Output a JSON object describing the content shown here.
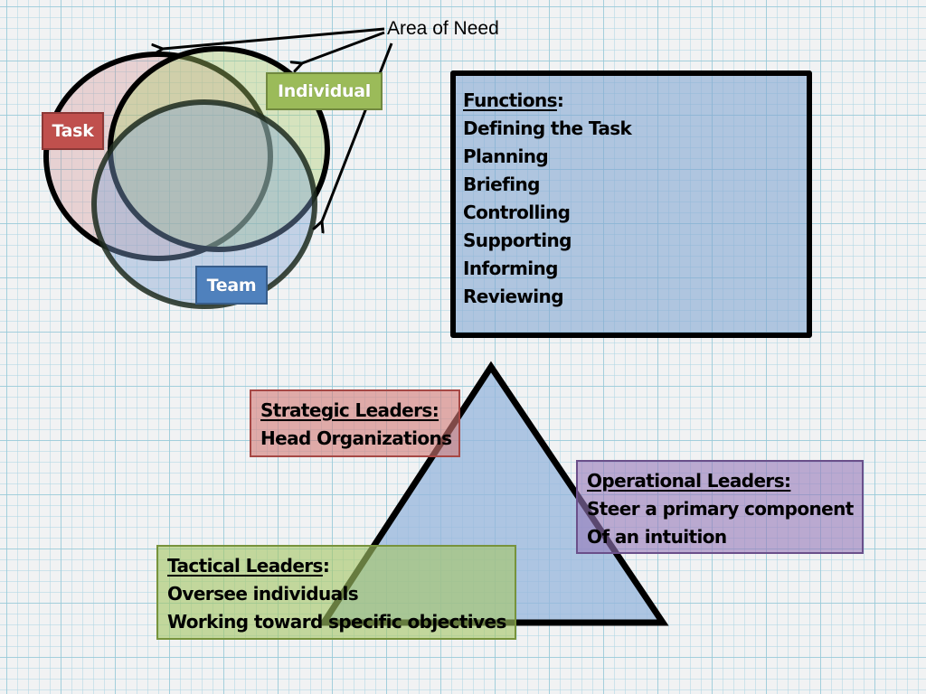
{
  "venn": {
    "annotation": "Area of Need",
    "labels": {
      "task": "Task",
      "individual": "Individual",
      "team": "Team"
    },
    "colors": {
      "task": "#c0504d",
      "individual": "#9bbb59",
      "team": "#4f81bd"
    }
  },
  "functions": {
    "heading": "Functions",
    "heading_suffix": ":",
    "items": [
      "Defining the Task",
      "Planning",
      "Briefing",
      "Controlling",
      "Supporting",
      "Informing",
      "Reviewing"
    ]
  },
  "pyramid": {
    "strategic": {
      "heading": "Strategic Leaders:",
      "lines": [
        "Head Organizations"
      ]
    },
    "operational": {
      "heading": "Operational Leaders:",
      "lines": [
        "Steer a primary component",
        "Of an intuition"
      ]
    },
    "tactical": {
      "heading": "Tactical Leaders",
      "heading_suffix": ":",
      "lines": [
        "Oversee individuals",
        "Working toward specific objectives"
      ]
    }
  }
}
